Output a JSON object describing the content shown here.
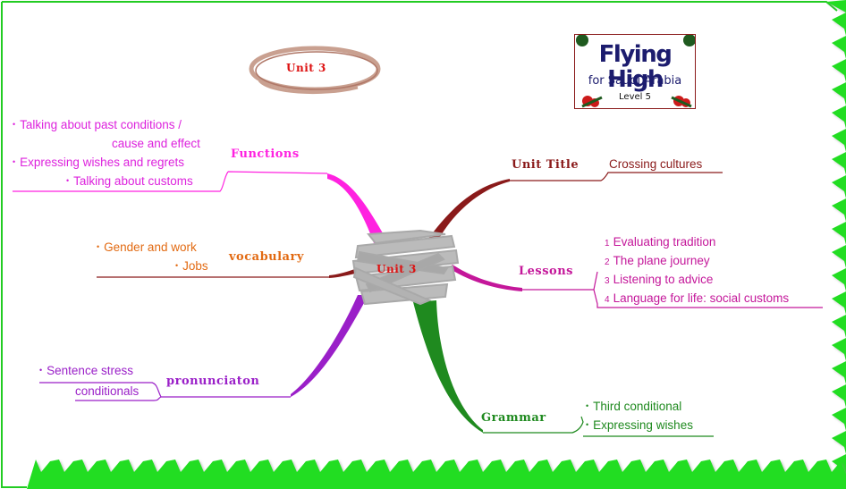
{
  "logo": {
    "title": "Flying High",
    "subtitle": "for Saudi Arabia",
    "level": "Level 5"
  },
  "top_label": "Unit 3",
  "center": "Unit 3",
  "branches": {
    "functions": {
      "label": "Functions",
      "color": "#ff22e0",
      "items": [
        "Talking about past conditions /",
        "cause and effect",
        "Expressing wishes and regrets",
        "Talking about customs"
      ]
    },
    "vocabulary": {
      "label": "vocabulary",
      "color": "#e26a12",
      "items": [
        "Gender and work",
        "Jobs"
      ]
    },
    "pronunciation": {
      "label": "pronunciaton",
      "color": "#9a1fc8",
      "items": [
        "Sentence stress",
        "conditionals"
      ]
    },
    "unit_title": {
      "label": "Unit Title",
      "color": "#8a1a1a",
      "value": "Crossing cultures"
    },
    "lessons": {
      "label": "Lessons",
      "color": "#c4179a",
      "items": [
        {
          "num": "1",
          "text": "Evaluating tradition"
        },
        {
          "num": "2",
          "text": "The plane journey"
        },
        {
          "num": "3",
          "text": "Listening to advice"
        },
        {
          "num": "4",
          "text": "Language for life: social customs"
        }
      ]
    },
    "grammar": {
      "label": "Grammar",
      "color": "#1f8a1f",
      "items": [
        "Third conditional",
        "Expressing wishes"
      ]
    }
  }
}
